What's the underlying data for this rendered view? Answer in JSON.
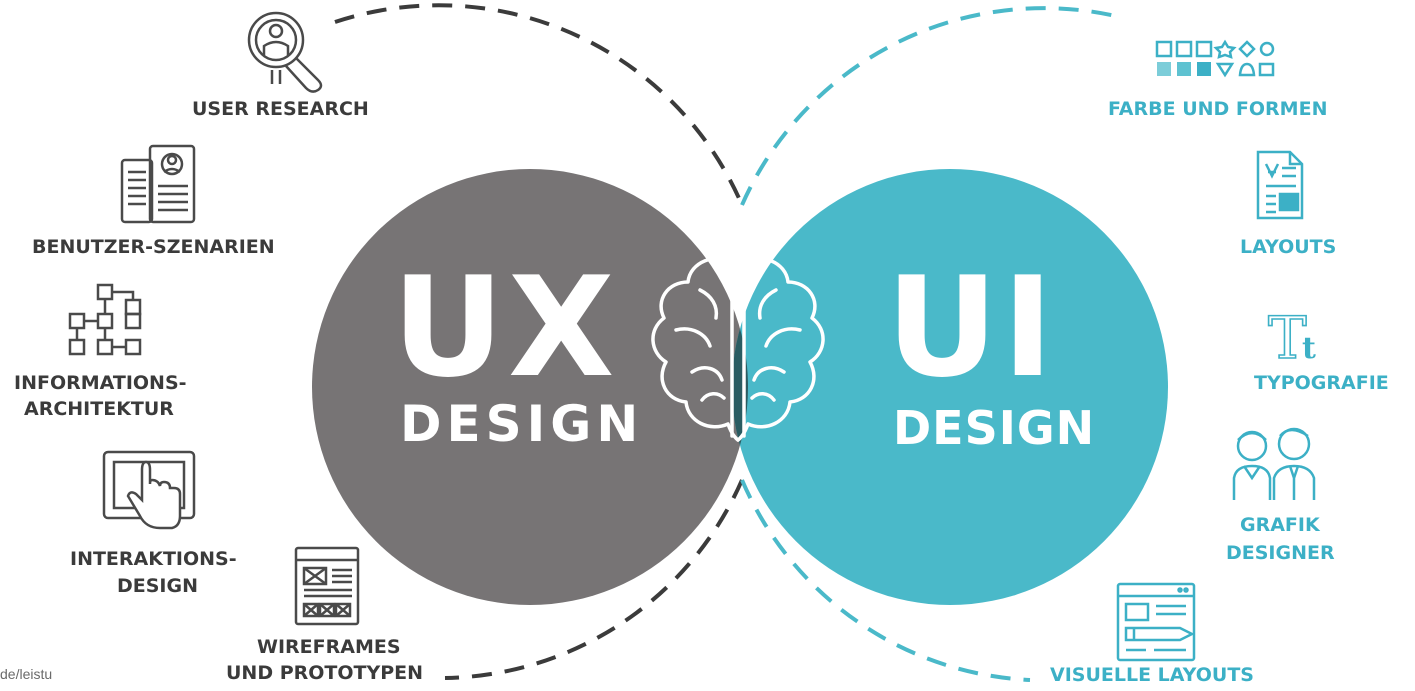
{
  "ux": {
    "big": "UX",
    "sub": "DESIGN",
    "items": {
      "user_research": "USER RESEARCH",
      "benutzer_szenarien": "BENUTZER-SZENARIEN",
      "informations_1": "INFORMATIONS-",
      "informations_2": "ARCHITEKTUR",
      "interaktions_1": "INTERAKTIONS-",
      "interaktions_2": "DESIGN",
      "wireframes_1": "WIREFRAMES",
      "wireframes_2": "UND PROTOTYPEN"
    }
  },
  "ui": {
    "big": "UI",
    "sub": "DESIGN",
    "items": {
      "farbe": "FARBE UND  FORMEN",
      "layouts": "LAYOUTS",
      "typografie": "TYPOGRAFIE",
      "typo_glyph": "Tt",
      "grafik_1": "GRAFIK",
      "grafik_2": "DESIGNER",
      "visuelle": "VISUELLE LAYOUTS"
    }
  },
  "source": "de/leistu",
  "colors": {
    "ux_circle": "#777475",
    "ui_circle": "#4ab9c9",
    "overlap": "#2a5c62",
    "ux_text": "#3b3b3b",
    "ui_text": "#3cb0c6",
    "icon_gray": "#4a4a4a",
    "icon_teal": "#3cb0c6"
  },
  "icons": [
    "magnifier-user-icon",
    "profile-document-icon",
    "sitemap-icon",
    "touch-tablet-icon",
    "wireframe-icon",
    "shapes-icon",
    "layout-document-icon",
    "typography-icon",
    "designers-icon",
    "visual-layout-icon",
    "brain-icon"
  ]
}
